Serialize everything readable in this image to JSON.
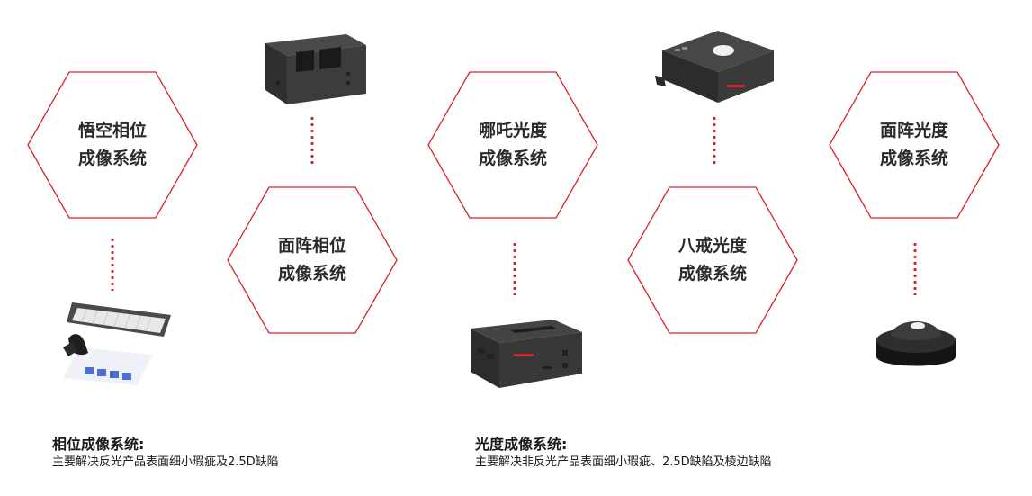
{
  "hexagons": [
    {
      "line1": "悟空相位",
      "line2": "成像系统"
    },
    {
      "line1": "面阵相位",
      "line2": "成像系统"
    },
    {
      "line1": "哪吒光度",
      "line2": "成像系统"
    },
    {
      "line1": "八戒光度",
      "line2": "成像系统"
    },
    {
      "line1": "面阵光度",
      "line2": "成像系统"
    }
  ],
  "descriptions": {
    "phase": {
      "title": "相位成像系统:",
      "text": "主要解决反光产品表面细小瑕疵及2.5D缺陷"
    },
    "photometric": {
      "title": "光度成像系统:",
      "text": "主要解决非反光产品表面细小瑕疵、2.5D缺陷及棱边缺陷"
    }
  },
  "colors": {
    "accent": "#d6222a",
    "device_dark": "#3a3a3a"
  },
  "products": [
    "open-box-enclosure",
    "square-light-unit",
    "bar-light-with-hand",
    "enclosure-unit",
    "dome-light"
  ]
}
